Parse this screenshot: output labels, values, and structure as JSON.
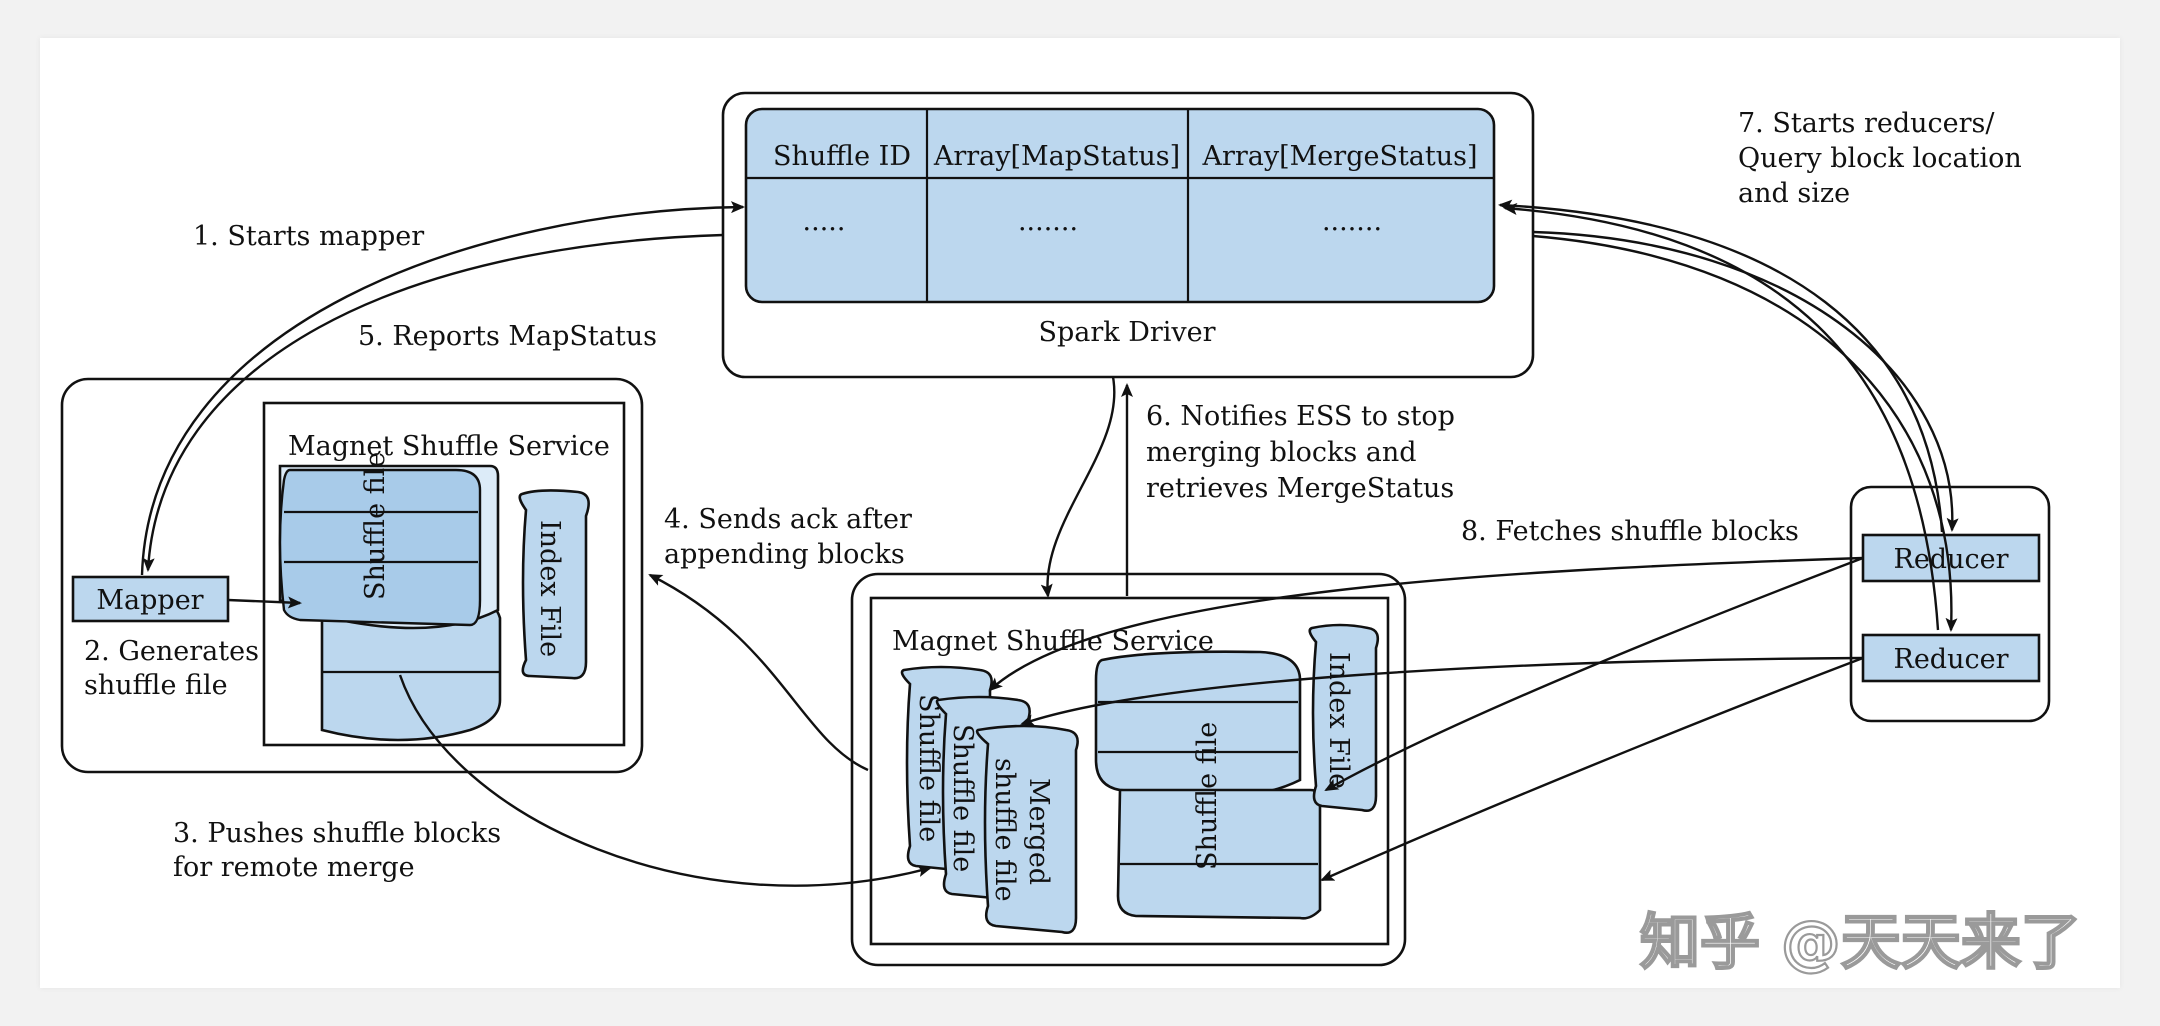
{
  "driver": {
    "title": "Spark Driver",
    "columns": [
      "Shuffle ID",
      "Array[MapStatus]",
      "Array[MergeStatus]"
    ],
    "cells": [
      "·····",
      "·······",
      "·······"
    ]
  },
  "left_node": {
    "service_title": "Magnet Shuffle Service",
    "mapper": "Mapper",
    "shuffle_file": "Shuffle file",
    "index_file": "Index File"
  },
  "center_node": {
    "service_title": "Magnet Shuffle Service",
    "small_file_1": "Shuffle file",
    "small_file_2": "Shuffle file",
    "merged_line1": "Merged",
    "merged_line2": "shuffle file",
    "shuffle_file": "Shuffle file",
    "index_file": "Index File"
  },
  "reducers": [
    "Reducer",
    "Reducer"
  ],
  "steps": {
    "s1": "1. Starts mapper",
    "s2_l1": "2. Generates",
    "s2_l2": "shuffle file",
    "s3_l1": "3. Pushes shuffle blocks",
    "s3_l2": "for remote merge",
    "s4_l1": "4. Sends ack after",
    "s4_l2": "appending blocks",
    "s5": "5. Reports MapStatus",
    "s6_l1": "6. Notifies ESS to stop",
    "s6_l2": "merging blocks and",
    "s6_l3": "retrieves MergeStatus",
    "s7_l1": "7. Starts reducers/",
    "s7_l2": "Query block location",
    "s7_l3": "and size",
    "s8": "8. Fetches shuffle blocks"
  },
  "watermark": "知乎 @天天来了"
}
